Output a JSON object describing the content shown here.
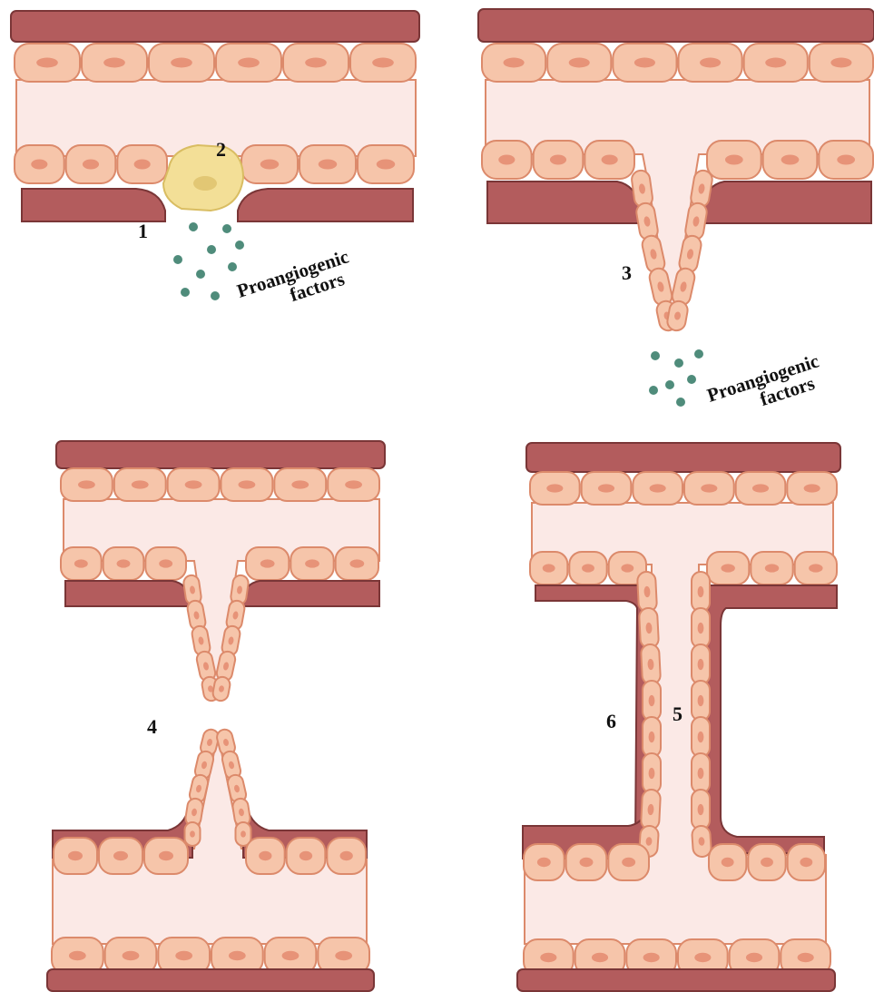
{
  "colors": {
    "membrane": "#b35c5d",
    "membrane_outline": "#7a3637",
    "cell_fill": "#f6c5aa",
    "cell_outline": "#dc8a6b",
    "nucleus": "#e79378",
    "lumen": "#fbe9e6",
    "lumen_outline": "#dc8a6b",
    "tip_cell_fill": "#f3df97",
    "tip_cell_outline": "#d9bd62",
    "tip_nucleus": "#e2c774",
    "factor_dot": "#4f8c7b",
    "label": "#111111"
  },
  "panels": [
    {
      "name": "panel-1",
      "labels": [
        "1",
        "2"
      ],
      "factors_label": [
        "Proangiogenic",
        "factors"
      ],
      "icon": "tip-cell-icon"
    },
    {
      "name": "panel-2",
      "labels": [
        "3"
      ],
      "factors_label": [
        "Proangiogenic",
        "factors"
      ],
      "icon": "sprout-icon"
    },
    {
      "name": "panel-3",
      "labels": [
        "4"
      ],
      "icon": "anastomosis-icon"
    },
    {
      "name": "panel-4",
      "labels": [
        "6",
        "5"
      ],
      "icon": "new-vessel-icon"
    }
  ]
}
